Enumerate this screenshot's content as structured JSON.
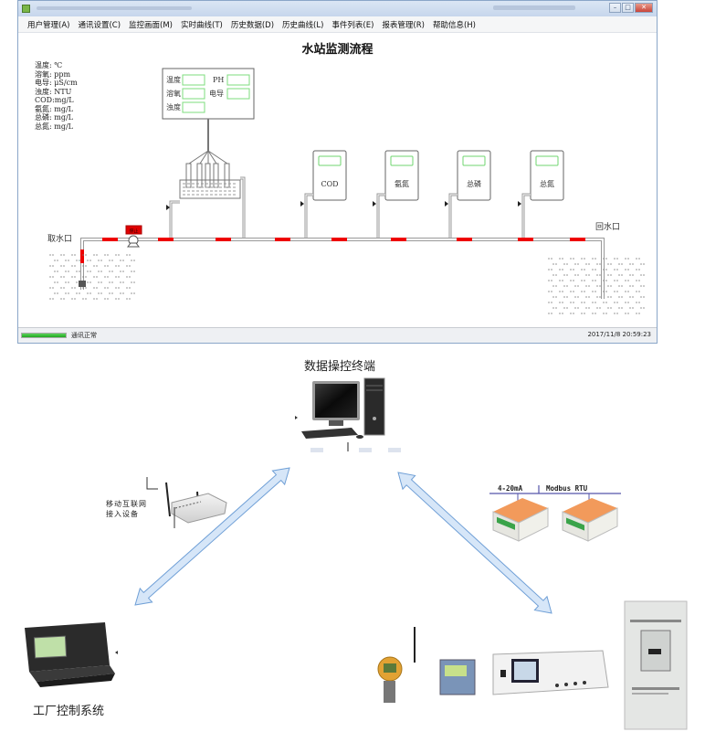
{
  "window": {
    "menu": [
      "用户管理(A)",
      "通讯设置(C)",
      "监控画面(M)",
      "实时曲线(T)",
      "历史数据(D)",
      "历史曲线(L)",
      "事件列表(E)",
      "报表管理(R)",
      "帮助信息(H)"
    ],
    "controls": {
      "minimize": "–",
      "maximize": "□",
      "close": "✕"
    }
  },
  "scada": {
    "title": "水站监测流程",
    "units": [
      "温度: ℃",
      "溶氧: ppm",
      "电导: μS/cm",
      "浊度: NTU",
      "COD:mg/L",
      "氨氮: mg/L",
      "总磷: mg/L",
      "总氮: mg/L"
    ],
    "multi_probe_panel": {
      "fields": [
        {
          "label": "温度",
          "value": ""
        },
        {
          "label": "PH",
          "value": ""
        },
        {
          "label": "溶氧",
          "value": ""
        },
        {
          "label": "电导",
          "value": ""
        },
        {
          "label": "浊度",
          "value": ""
        }
      ]
    },
    "analyzers": [
      {
        "label": "COD",
        "value": ""
      },
      {
        "label": "氨氮",
        "value": ""
      },
      {
        "label": "总磷",
        "value": ""
      },
      {
        "label": "总氮",
        "value": ""
      }
    ],
    "intake_label": "取水口",
    "return_label": "回水口",
    "pump_indicator": "停止",
    "colors": {
      "flow_segment": "#ee0000",
      "display_border": "#6fd66f",
      "pipe": "#9a9a9a"
    }
  },
  "statusbar": {
    "progress_fraction": 1.0,
    "comm_status": "通讯正常",
    "datetime": "2017/11/8 20:59:23"
  },
  "architecture": {
    "terminal_label": "数据操控终端",
    "mobile_device_label_line1": "移动互联网",
    "mobile_device_label_line2": "接入设备",
    "protocol_left": "4-20mA",
    "protocol_right": "Modbus RTU",
    "factory_label": "工厂控制系统",
    "colors": {
      "arrow_fill": "#d6e6f8",
      "arrow_stroke": "#6f9fd6",
      "bus_line": "#5555aa"
    }
  }
}
